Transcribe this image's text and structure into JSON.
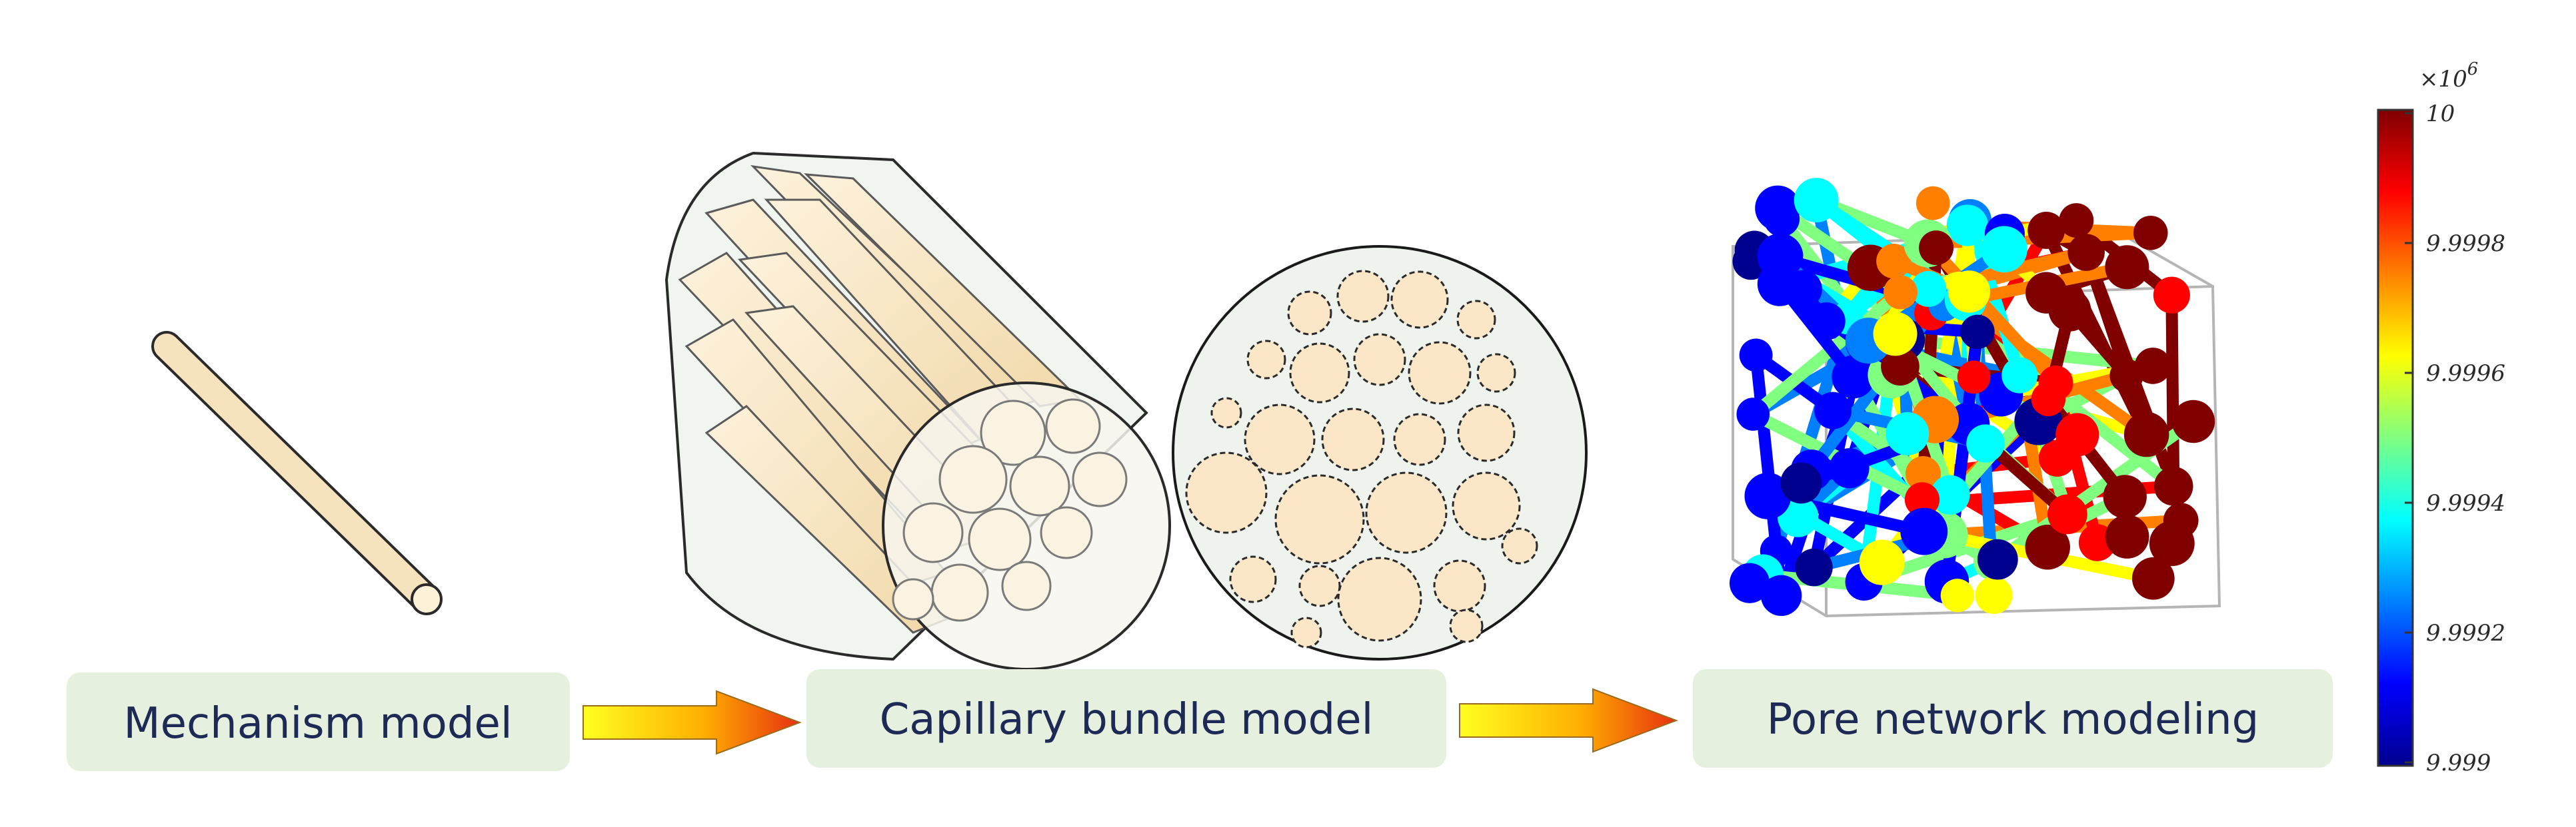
{
  "stages": [
    {
      "label": "Mechanism model"
    },
    {
      "label": "Capillary bundle model"
    },
    {
      "label": "Pore network modeling"
    }
  ],
  "colorbar": {
    "multiplier_base": "×10",
    "multiplier_exp": "6",
    "ticks": [
      "10",
      "9.9998",
      "9.9996",
      "9.9994",
      "9.9992",
      "9.999"
    ],
    "colormap": "jet",
    "colors": [
      "#00008f",
      "#0000ff",
      "#0080ff",
      "#00ffff",
      "#80ff80",
      "#ffff00",
      "#ff8000",
      "#ff0000",
      "#800000"
    ]
  },
  "colors": {
    "label_bg": "#e5f0de",
    "tube_fill": "#fbe9c9",
    "arrow_start": "#ffff20",
    "arrow_end": "#e83010"
  }
}
